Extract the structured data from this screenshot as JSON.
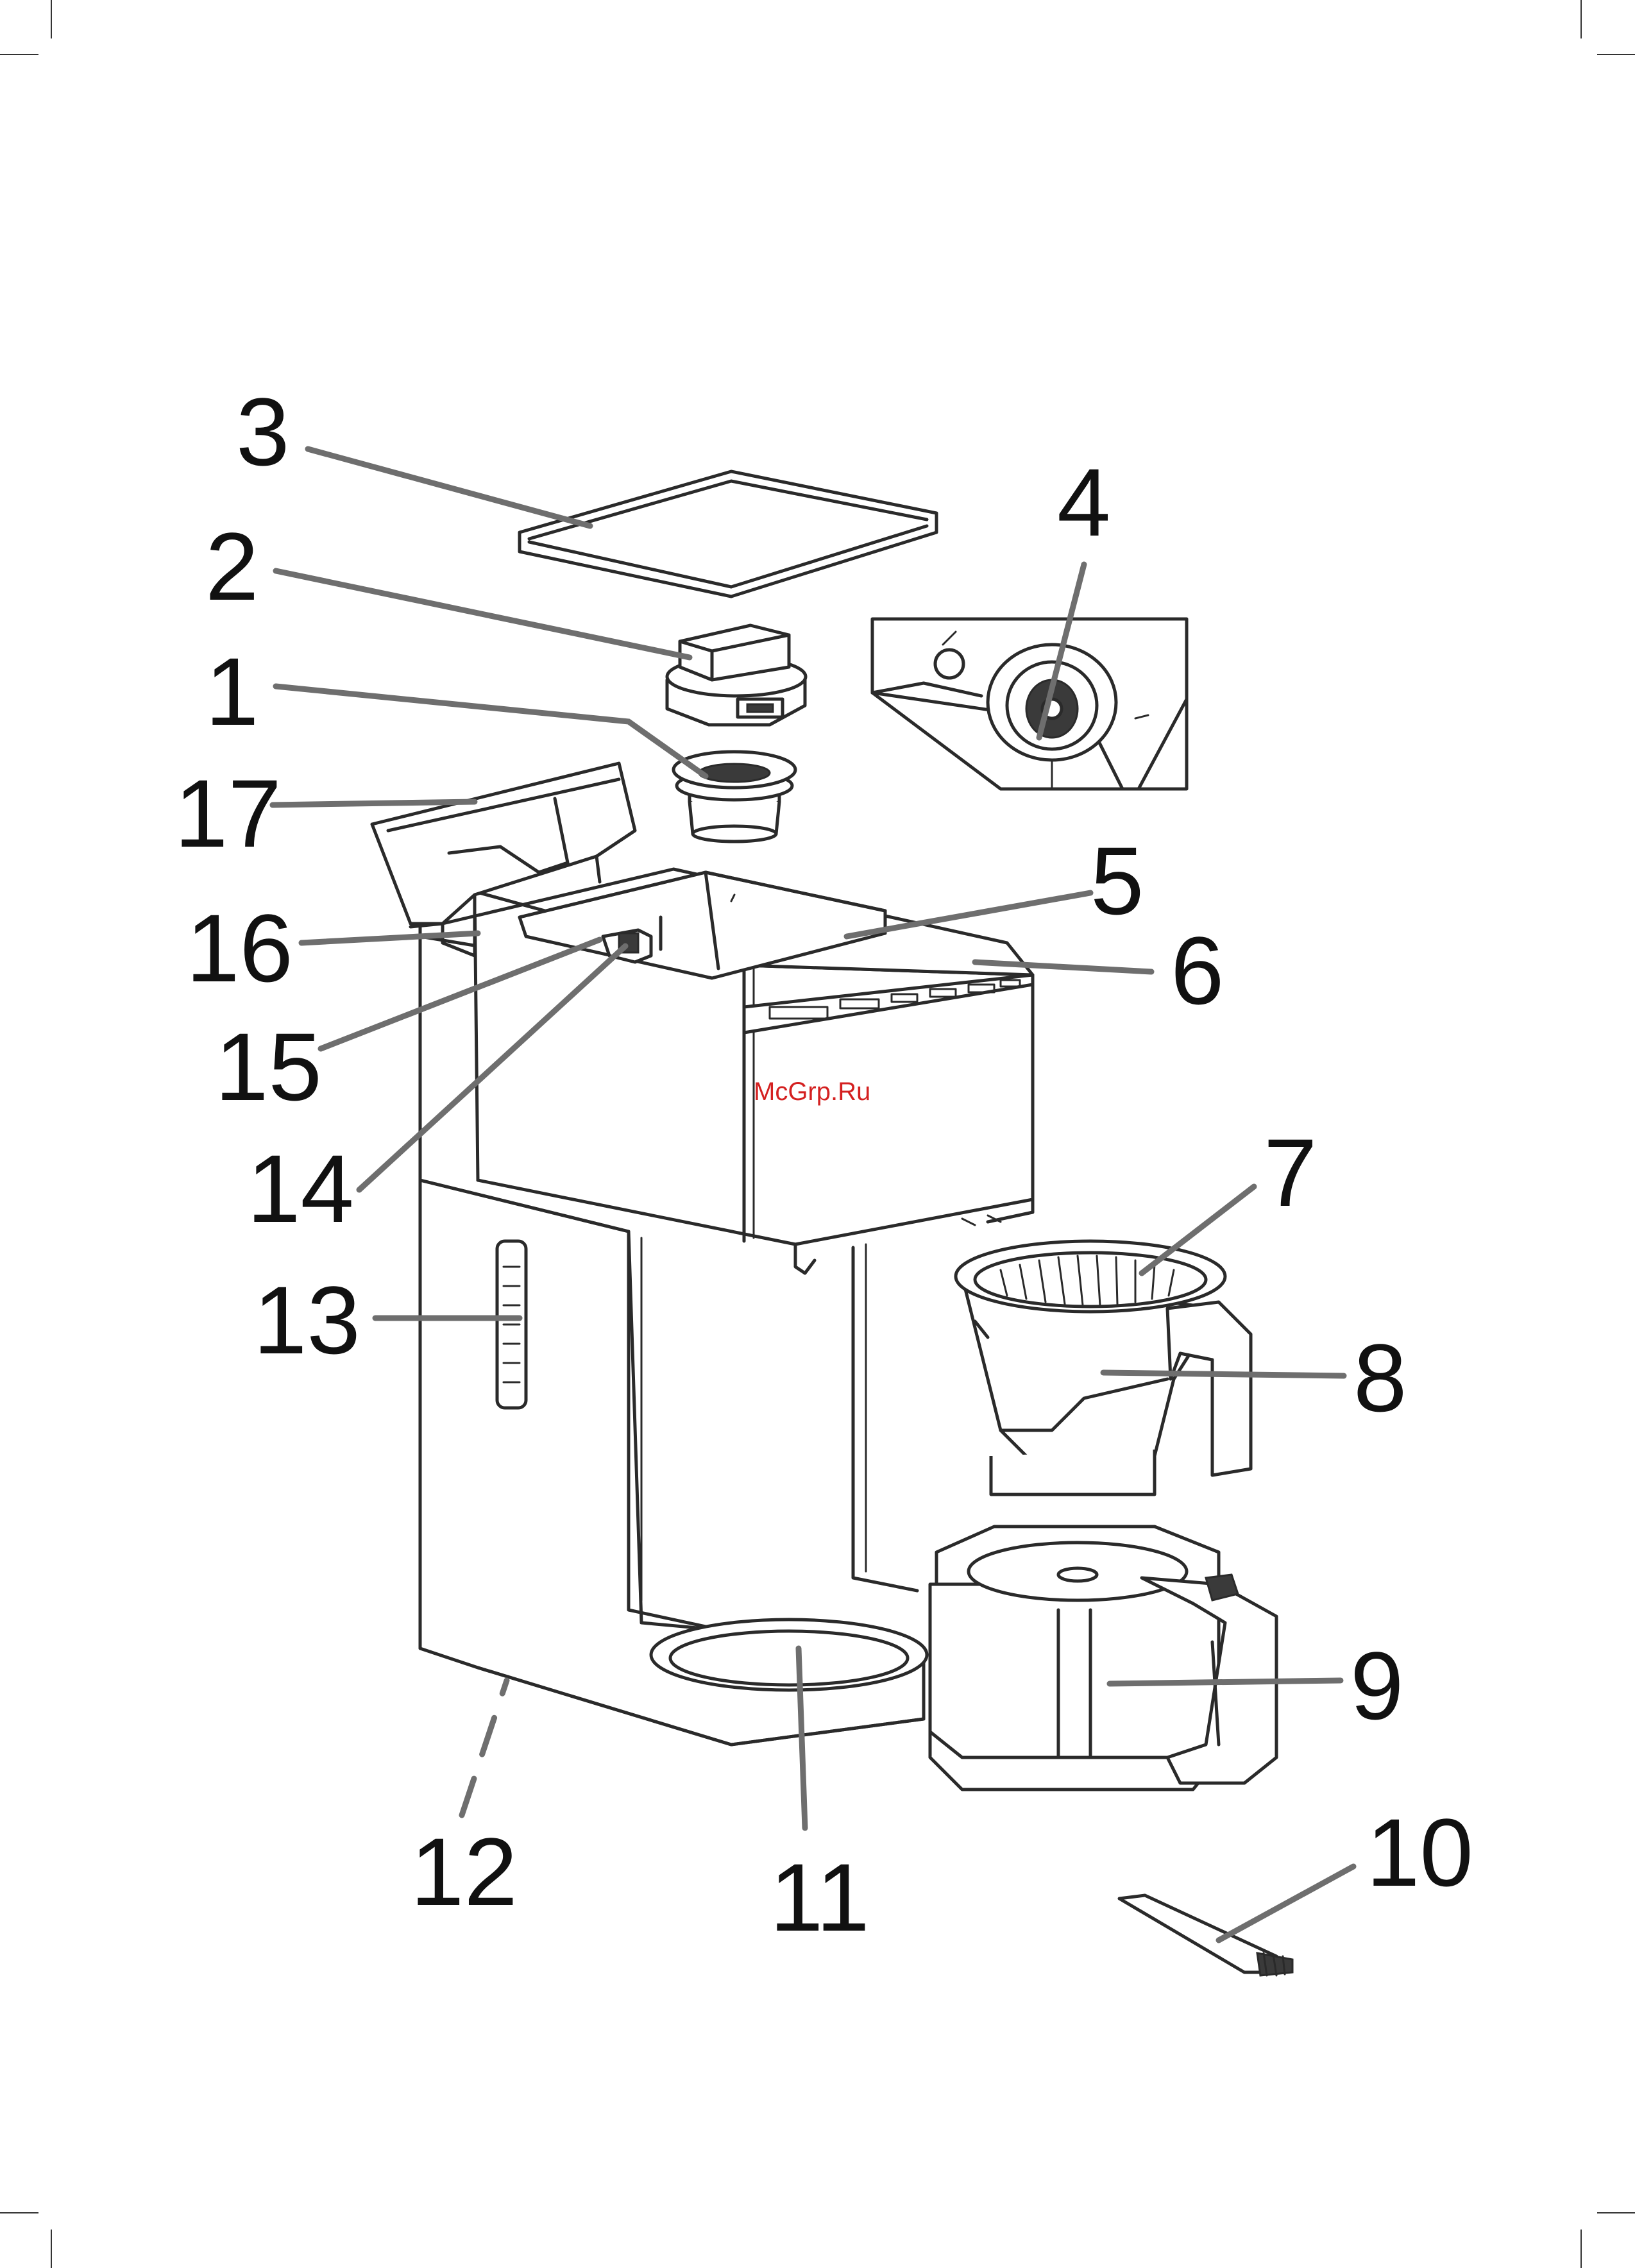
{
  "labels": {
    "l1": "1",
    "l2": "2",
    "l3": "3",
    "l4": "4",
    "l5": "5",
    "l6": "6",
    "l7": "7",
    "l8": "8",
    "l9": "9",
    "l10": "10",
    "l11": "11",
    "l12": "12",
    "l13": "13",
    "l14": "14",
    "l15": "15",
    "l16": "16",
    "l17": "17"
  },
  "watermark": "McGrp.Ru"
}
